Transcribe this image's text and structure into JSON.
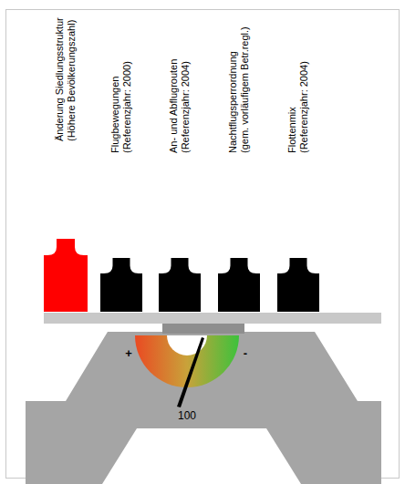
{
  "diagram": {
    "nodes": [
      {
        "text": [
          "Änderung Siedlungsstruktur (Höhere Bevölkerungszahl)"
        ]
      },
      {
        "text": [
          "Flugbewegungen (Referenzjahr: 2000)"
        ]
      },
      {
        "text": [
          "An- und Abflugrouten (Referenzjahr: 2004)"
        ]
      },
      {
        "text": [
          "Nachtflugsperrordnung (gem. vorläufigem Betr.regl.)"
        ]
      },
      {
        "text": [
          "Flottenmix (Referenzjahr: 2004)"
        ]
      }
    ],
    "labels": [
      "+",
      "-",
      "100"
    ]
  }
}
